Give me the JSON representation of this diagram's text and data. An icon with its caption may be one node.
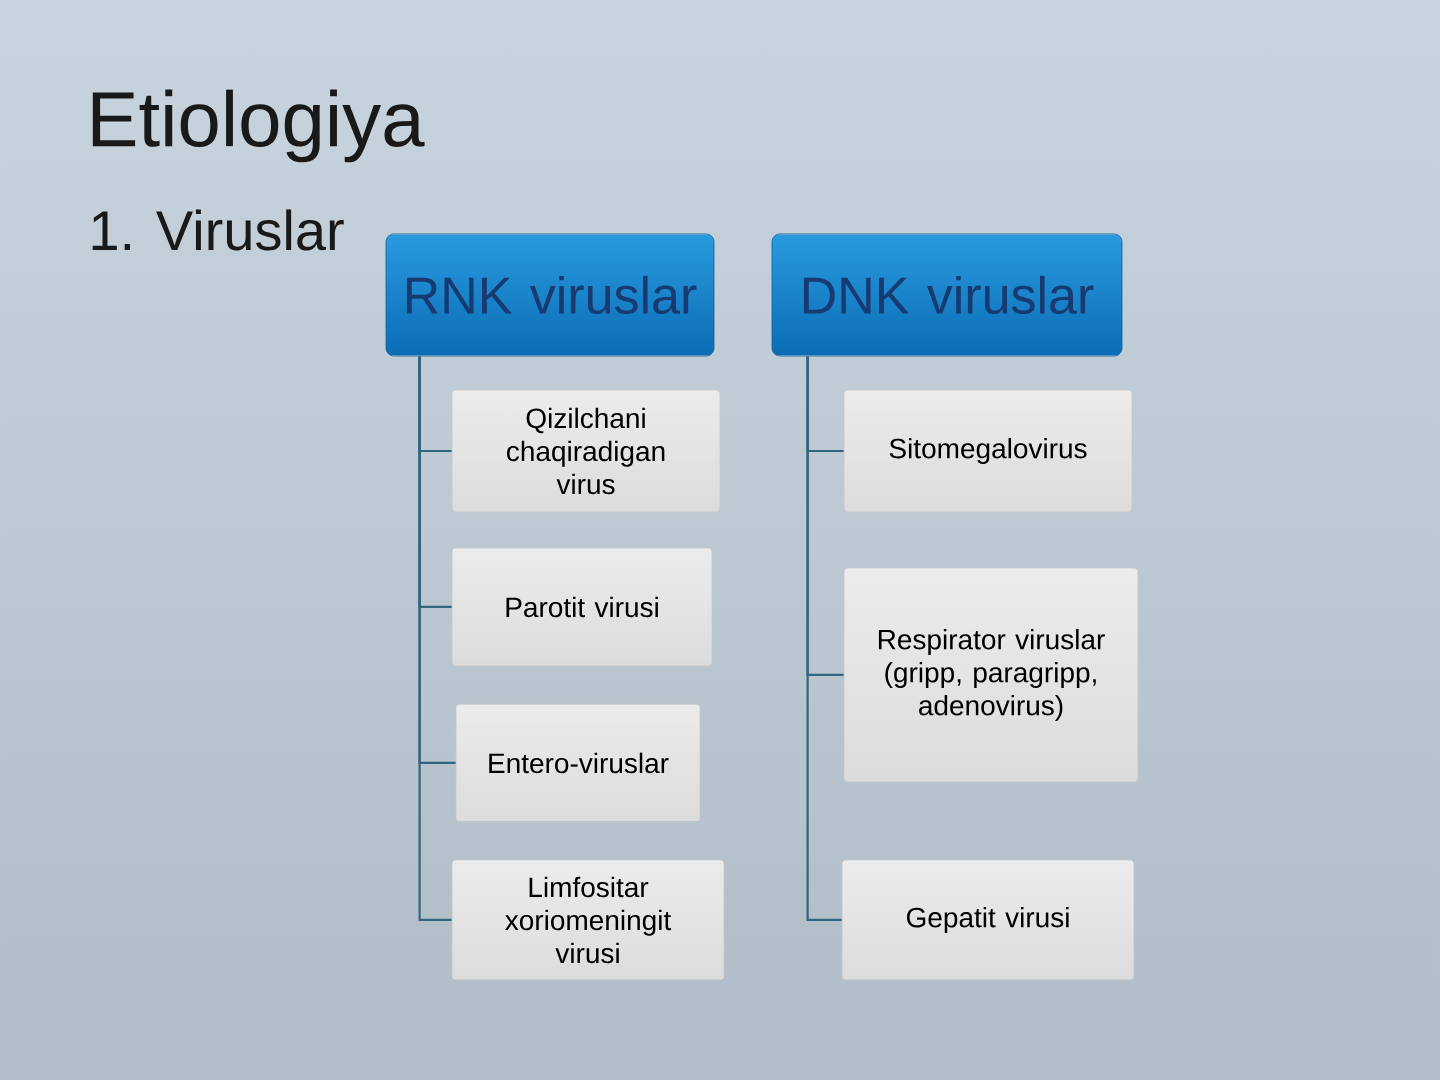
{
  "diagram": {
    "title": "Etiologiya",
    "nodes": [
      {
        "text": [
          "RNK viruslar"
        ]
      },
      {
        "text": [
          "Qizilchani chaqiradigan virus"
        ]
      },
      {
        "text": [
          "Parotit virusi"
        ]
      },
      {
        "text": [
          "Entero-viruslar"
        ]
      },
      {
        "text": [
          "Limfositar xoriomeningit virusi"
        ]
      },
      {
        "text": [
          "DNK viruslar"
        ]
      },
      {
        "text": [
          "Sitomegalovirus"
        ]
      },
      {
        "text": [
          "Respirator viruslar (gripp, paragripp, adenovirus)"
        ]
      },
      {
        "text": [
          "Gepatit virusi"
        ]
      }
    ],
    "edges": [
      {
        "from": 0,
        "to": 1,
        "arrow": "none"
      },
      {
        "from": 0,
        "to": 2,
        "arrow": "none"
      },
      {
        "from": 0,
        "to": 3,
        "arrow": "none"
      },
      {
        "from": 0,
        "to": 4,
        "arrow": "none"
      },
      {
        "from": 5,
        "to": 6,
        "arrow": "none"
      },
      {
        "from": 5,
        "to": 7,
        "arrow": "none"
      },
      {
        "from": 5,
        "to": 8,
        "arrow": "none"
      }
    ],
    "labels": [
      "1. Viruslar"
    ]
  }
}
